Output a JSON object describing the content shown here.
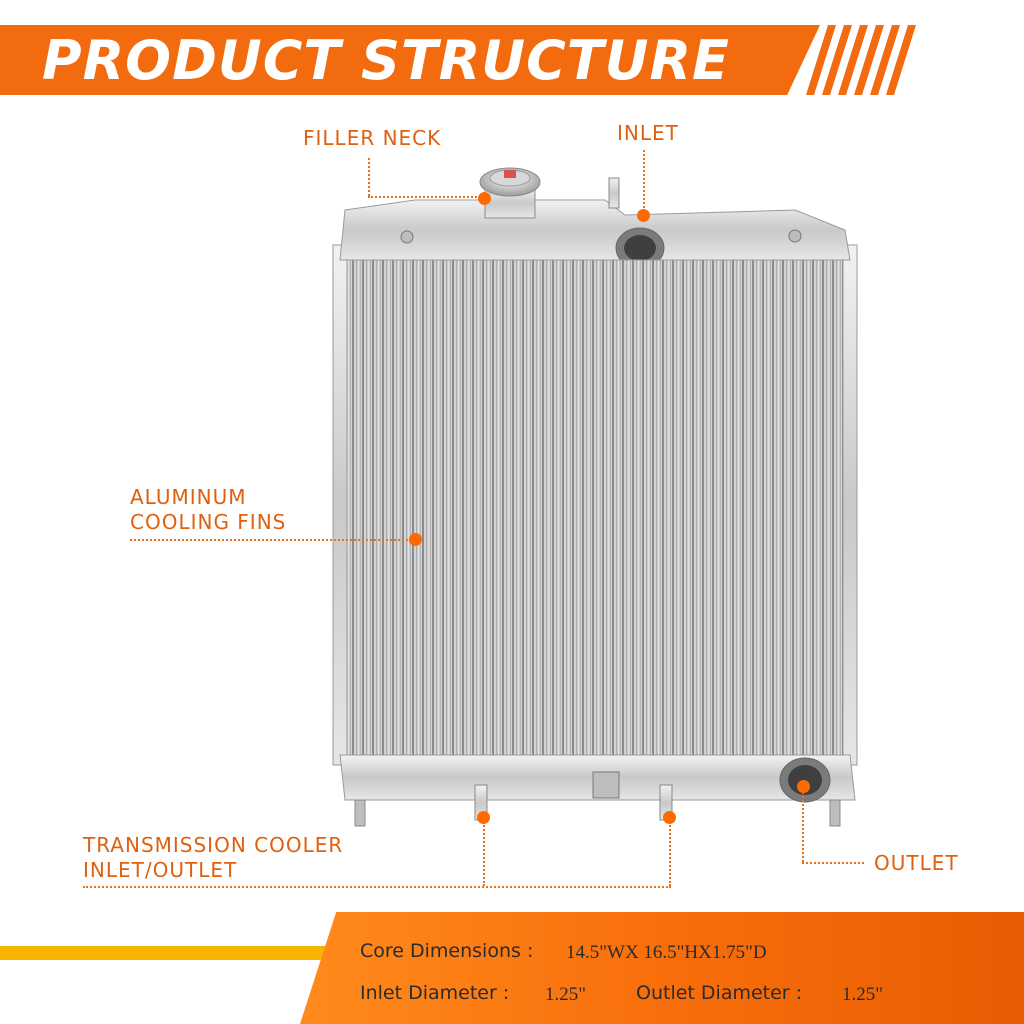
{
  "banner": {
    "title": "PRODUCT STRUCTURE"
  },
  "colors": {
    "accent": "#f26b0f",
    "yellow": "#f7b400",
    "label": "#e0600f"
  },
  "callouts": {
    "filler_neck": "FILLER NECK",
    "inlet": "INLET",
    "fins_line1": "ALUMINUM",
    "fins_line2": "COOLING FINS",
    "trans_line1": "TRANSMISSION COOLER",
    "trans_line2": "INLET/OUTLET",
    "outlet": "OUTLET"
  },
  "specs": {
    "core_label": "Core Dimensions :",
    "core_value": "14.5\"WX 16.5\"HX1.75\"D",
    "inlet_label": "Inlet Diameter :",
    "inlet_value": "1.25\"",
    "outlet_label": "Outlet Diameter :",
    "outlet_value": "1.25\""
  }
}
